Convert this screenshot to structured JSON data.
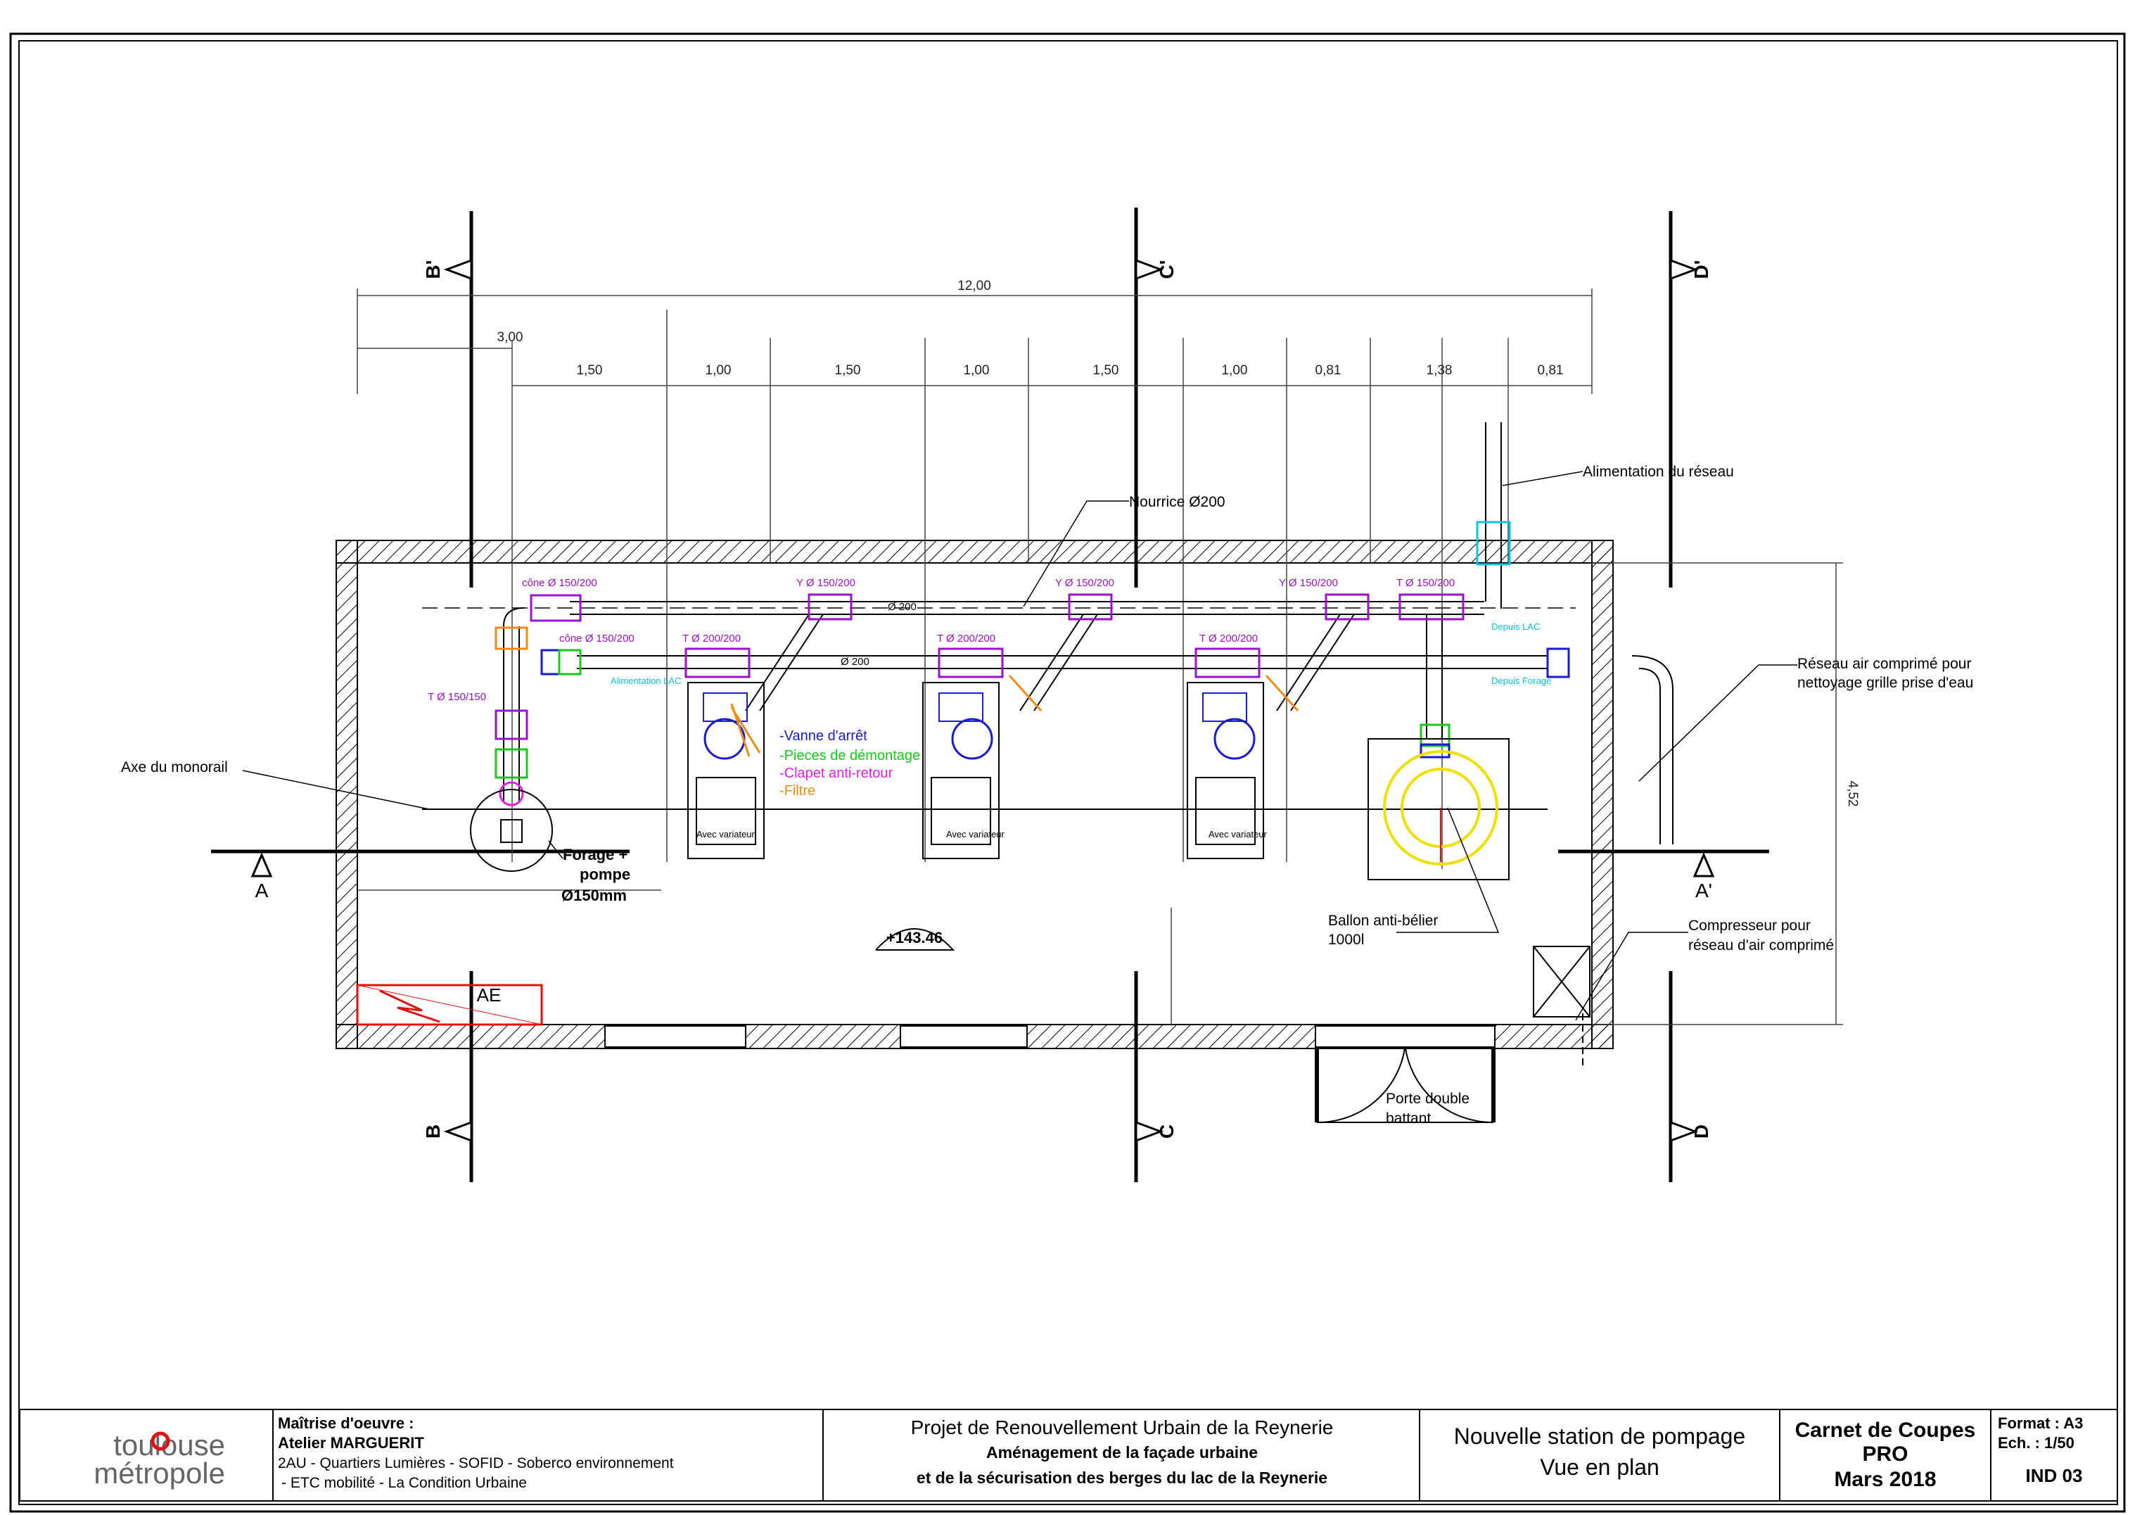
{
  "sections": {
    "b_prime": "B'",
    "c_prime": "C'",
    "d_prime": "D'",
    "b": "B",
    "c": "C",
    "d": "D",
    "a": "A",
    "a_prime": "A'"
  },
  "dimensions": {
    "overall": "12,00",
    "first": "3,00",
    "segments": [
      "1,50",
      "1,00",
      "1,50",
      "1,00",
      "1,50",
      "1,00",
      "0,81",
      "1,38",
      "0,81"
    ],
    "height": "4,52"
  },
  "pipe_labels": {
    "cone_top": "cône Ø 150/200",
    "cone_mid": "cône Ø 150/200",
    "t_left": "T Ø 150/150",
    "y1": "Y Ø 150/200",
    "y2": "Y Ø 150/200",
    "y3": "Y Ø 150/200",
    "y4": "T Ø 150/200",
    "t1": "T Ø 200/200",
    "t2": "T Ø 200/200",
    "t3": "T Ø 200/200",
    "d_top": "Ø 200",
    "d_mid": "Ø 200",
    "alim_lac": "Alimentation LAC",
    "depuis_lac": "Depuis LAC",
    "depuis_forage": "Depuis Forage",
    "avec_var": "Avec variateur"
  },
  "annotations": {
    "nourrice": "Nourrice Ø200",
    "alimentation": "Alimentation du réseau",
    "air_line1": "Réseau air comprimé pour",
    "air_line2": "nettoyage grille prise d'eau",
    "monorail": "Axe du monorail",
    "forage_line1": "Forage +",
    "forage_line2": "pompe",
    "forage_line3": "Ø150mm",
    "ballon_line1": "Ballon anti-bélier",
    "ballon_line2": "1000l",
    "compresseur_line1": "Compresseur pour",
    "compresseur_line2": "réseau d'air comprimé",
    "porte_line1": "Porte double",
    "porte_line2": "battant",
    "level": "+143.46",
    "ae": "AE"
  },
  "legend": {
    "vanne": "-Vanne d'arrêt",
    "pieces": "-Pieces de démontage",
    "clapet": "-Clapet anti-retour",
    "filtre": "-Filtre"
  },
  "colors": {
    "vanne": "#1a1ad0",
    "pieces": "#18c818",
    "clapet": "#e020e0",
    "filtre": "#f08a10",
    "pipe_label": "#9a12c8",
    "cyan": "#10c0e0",
    "yellow": "#f0e000",
    "red": "#e01010"
  },
  "title_block": {
    "logo_line1": "toulouse",
    "logo_line2": "métropole",
    "moe_title": "Maîtrise d'oeuvre :",
    "moe_name": "Atelier MARGUERIT",
    "moe_line1": "2AU - Quartiers Lumières - SOFID - Soberco environnement",
    "moe_line2": "- ETC mobilité - La Condition Urbaine",
    "project_line1": "Projet de Renouvellement Urbain de la Reynerie",
    "project_line2": "Aménagement de la façade urbaine",
    "project_line3": "et de la sécurisation des berges du lac de la Reynerie",
    "subject_line1": "Nouvelle station de pompage",
    "subject_line2": "Vue en plan",
    "carnet_line1": "Carnet de Coupes",
    "carnet_line2": "PRO",
    "carnet_line3": "Mars 2018",
    "format": "Format : A3",
    "scale": "Ech. : 1/50",
    "index": "IND 03"
  }
}
